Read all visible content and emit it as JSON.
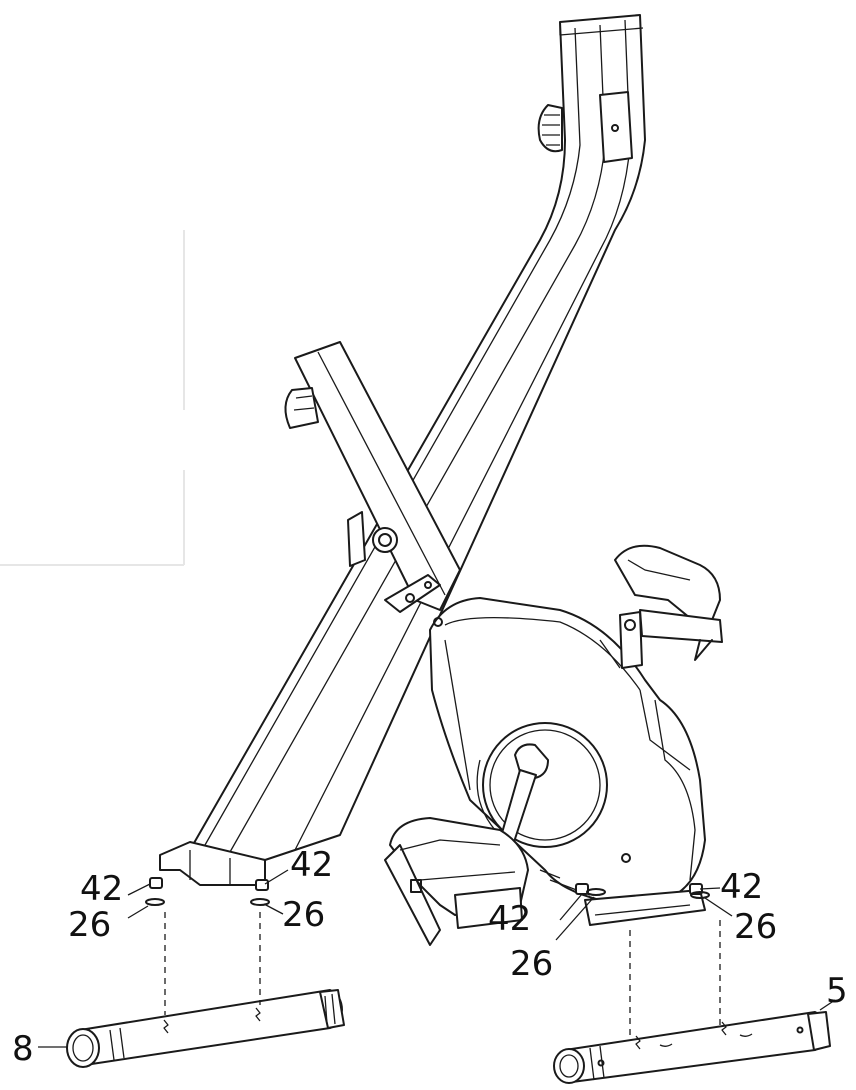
{
  "labels": {
    "l42a": "42",
    "l26a": "26",
    "l42b": "42",
    "l26b": "26",
    "l8": "8",
    "l42c": "42",
    "l26c": "26",
    "l42d": "42",
    "l26d": "26",
    "l5": "5"
  },
  "colors": {
    "line": "#1a1a1a",
    "background": "#ffffff",
    "scan_edge": "#e6e6e6"
  }
}
